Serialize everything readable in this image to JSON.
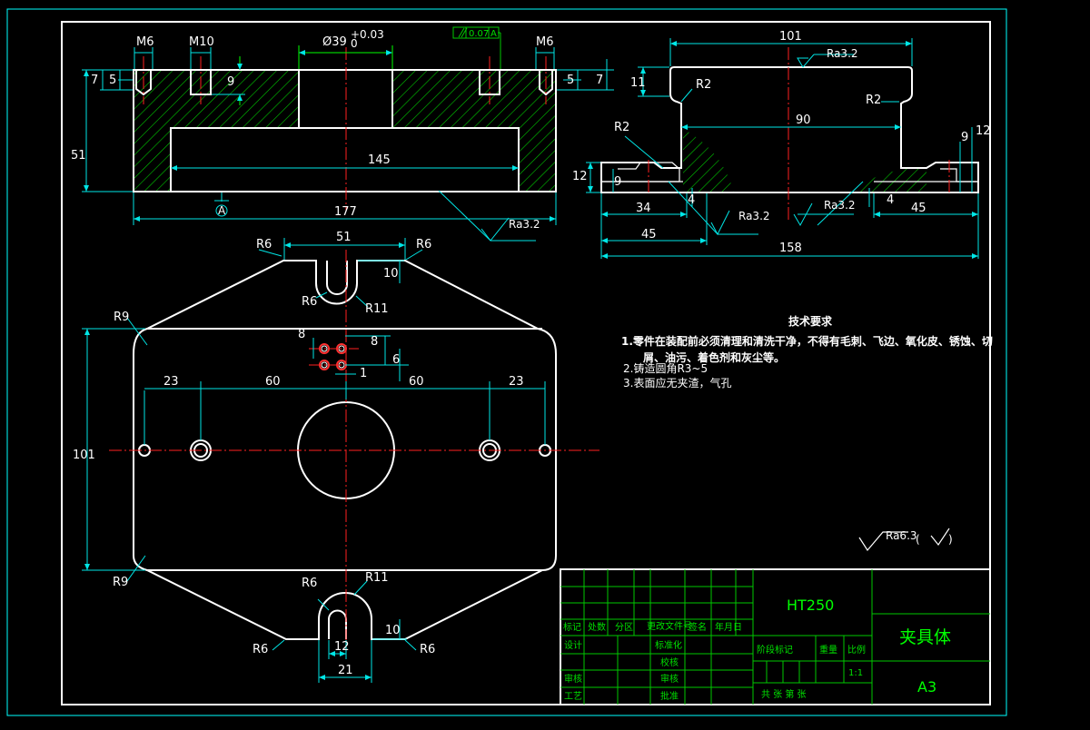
{
  "sheet": {
    "title_zh": "夹具体",
    "material": "HT250",
    "paper_size": "A3"
  },
  "front_view": {
    "thread_left": "M6",
    "thread_left2": "M10",
    "thread_right": "M6",
    "bore_dim": "Ø39",
    "bore_tol_upper": "+0.03",
    "bore_tol_lower": "0",
    "parallel_tol": "0.07",
    "parallel_datum": "A",
    "dim_7_left": "7",
    "dim_5_left": "5",
    "dim_9": "9",
    "dim_51": "51",
    "dim_145": "145",
    "dim_177": "177",
    "dim_5_right": "5",
    "dim_7_right": "7",
    "datum_label": "A",
    "roughness": "Ra3.2"
  },
  "side_view": {
    "dim_101": "101",
    "dim_11": "11",
    "dim_90": "90",
    "dim_12_left": "12",
    "dim_9_left": "9",
    "dim_34": "34",
    "dim_4_left": "4",
    "dim_45_left": "45",
    "dim_158": "158",
    "dim_9_right": "9",
    "dim_12_right": "12",
    "dim_4_right": "4",
    "dim_45_right": "45",
    "r2_top_left": "R2",
    "r2_top_right": "R2",
    "r2_lower_left": "R2",
    "ra_top": "Ra3.2",
    "ra_bottom_left": "Ra3.2",
    "ra_bottom_right": "Ra3.2"
  },
  "top_view": {
    "dim_51": "51",
    "r6_tl": "R6",
    "r6_tr": "R6",
    "dim_10_top": "10",
    "r6_top_slot": "R6",
    "r11_top": "R11",
    "r9_top": "R9",
    "dim_8_a": "8",
    "dim_8_b": "8",
    "dim_6": "6",
    "dim_1": "1",
    "dim_23_left": "23",
    "dim_60_left": "60",
    "dim_60_right": "60",
    "dim_23_right": "23",
    "dim_101": "101",
    "r9_bottom": "R9",
    "r6_bottom_slot": "R6",
    "r11_bottom": "R11",
    "dim_10_bottom": "10",
    "r6_bl": "R6",
    "r6_br": "R6",
    "dim_12": "12",
    "dim_21": "21"
  },
  "tech_req": {
    "heading": "技术要求",
    "line1": "1.零件在装配前必须清理和清洗干净，不得有毛刺、飞边、氧化皮、锈蚀、切",
    "line1b": "屑、油污、着色剂和灰尘等。",
    "line2": "2.铸造圆角R3~5",
    "line3": "3.表面应无夹渣，气孔"
  },
  "general_roughness": {
    "value": "Ra6.3",
    "paren_open": "(",
    "paren_close": ")"
  },
  "title_block": {
    "h_mark": "标记",
    "h_count": "处数",
    "h_zone": "分区",
    "h_docno": "更改文件号",
    "h_sign": "签名",
    "h_date": "年月日",
    "design": "设计",
    "standard": "标准化",
    "check": "审核",
    "process": "工艺",
    "review": "校核",
    "approve": "批准",
    "audit": "审核",
    "stage_mark": "阶段标记",
    "weight": "重量",
    "scale_label": "比例",
    "scale": "1:1",
    "sheets": "共  张 第  张"
  },
  "colors": {
    "outline": "#ffffff",
    "dimension": "#00e6e6",
    "centerline": "#ff2020",
    "hatch": "#00c800",
    "titleblock": "#00c800"
  }
}
